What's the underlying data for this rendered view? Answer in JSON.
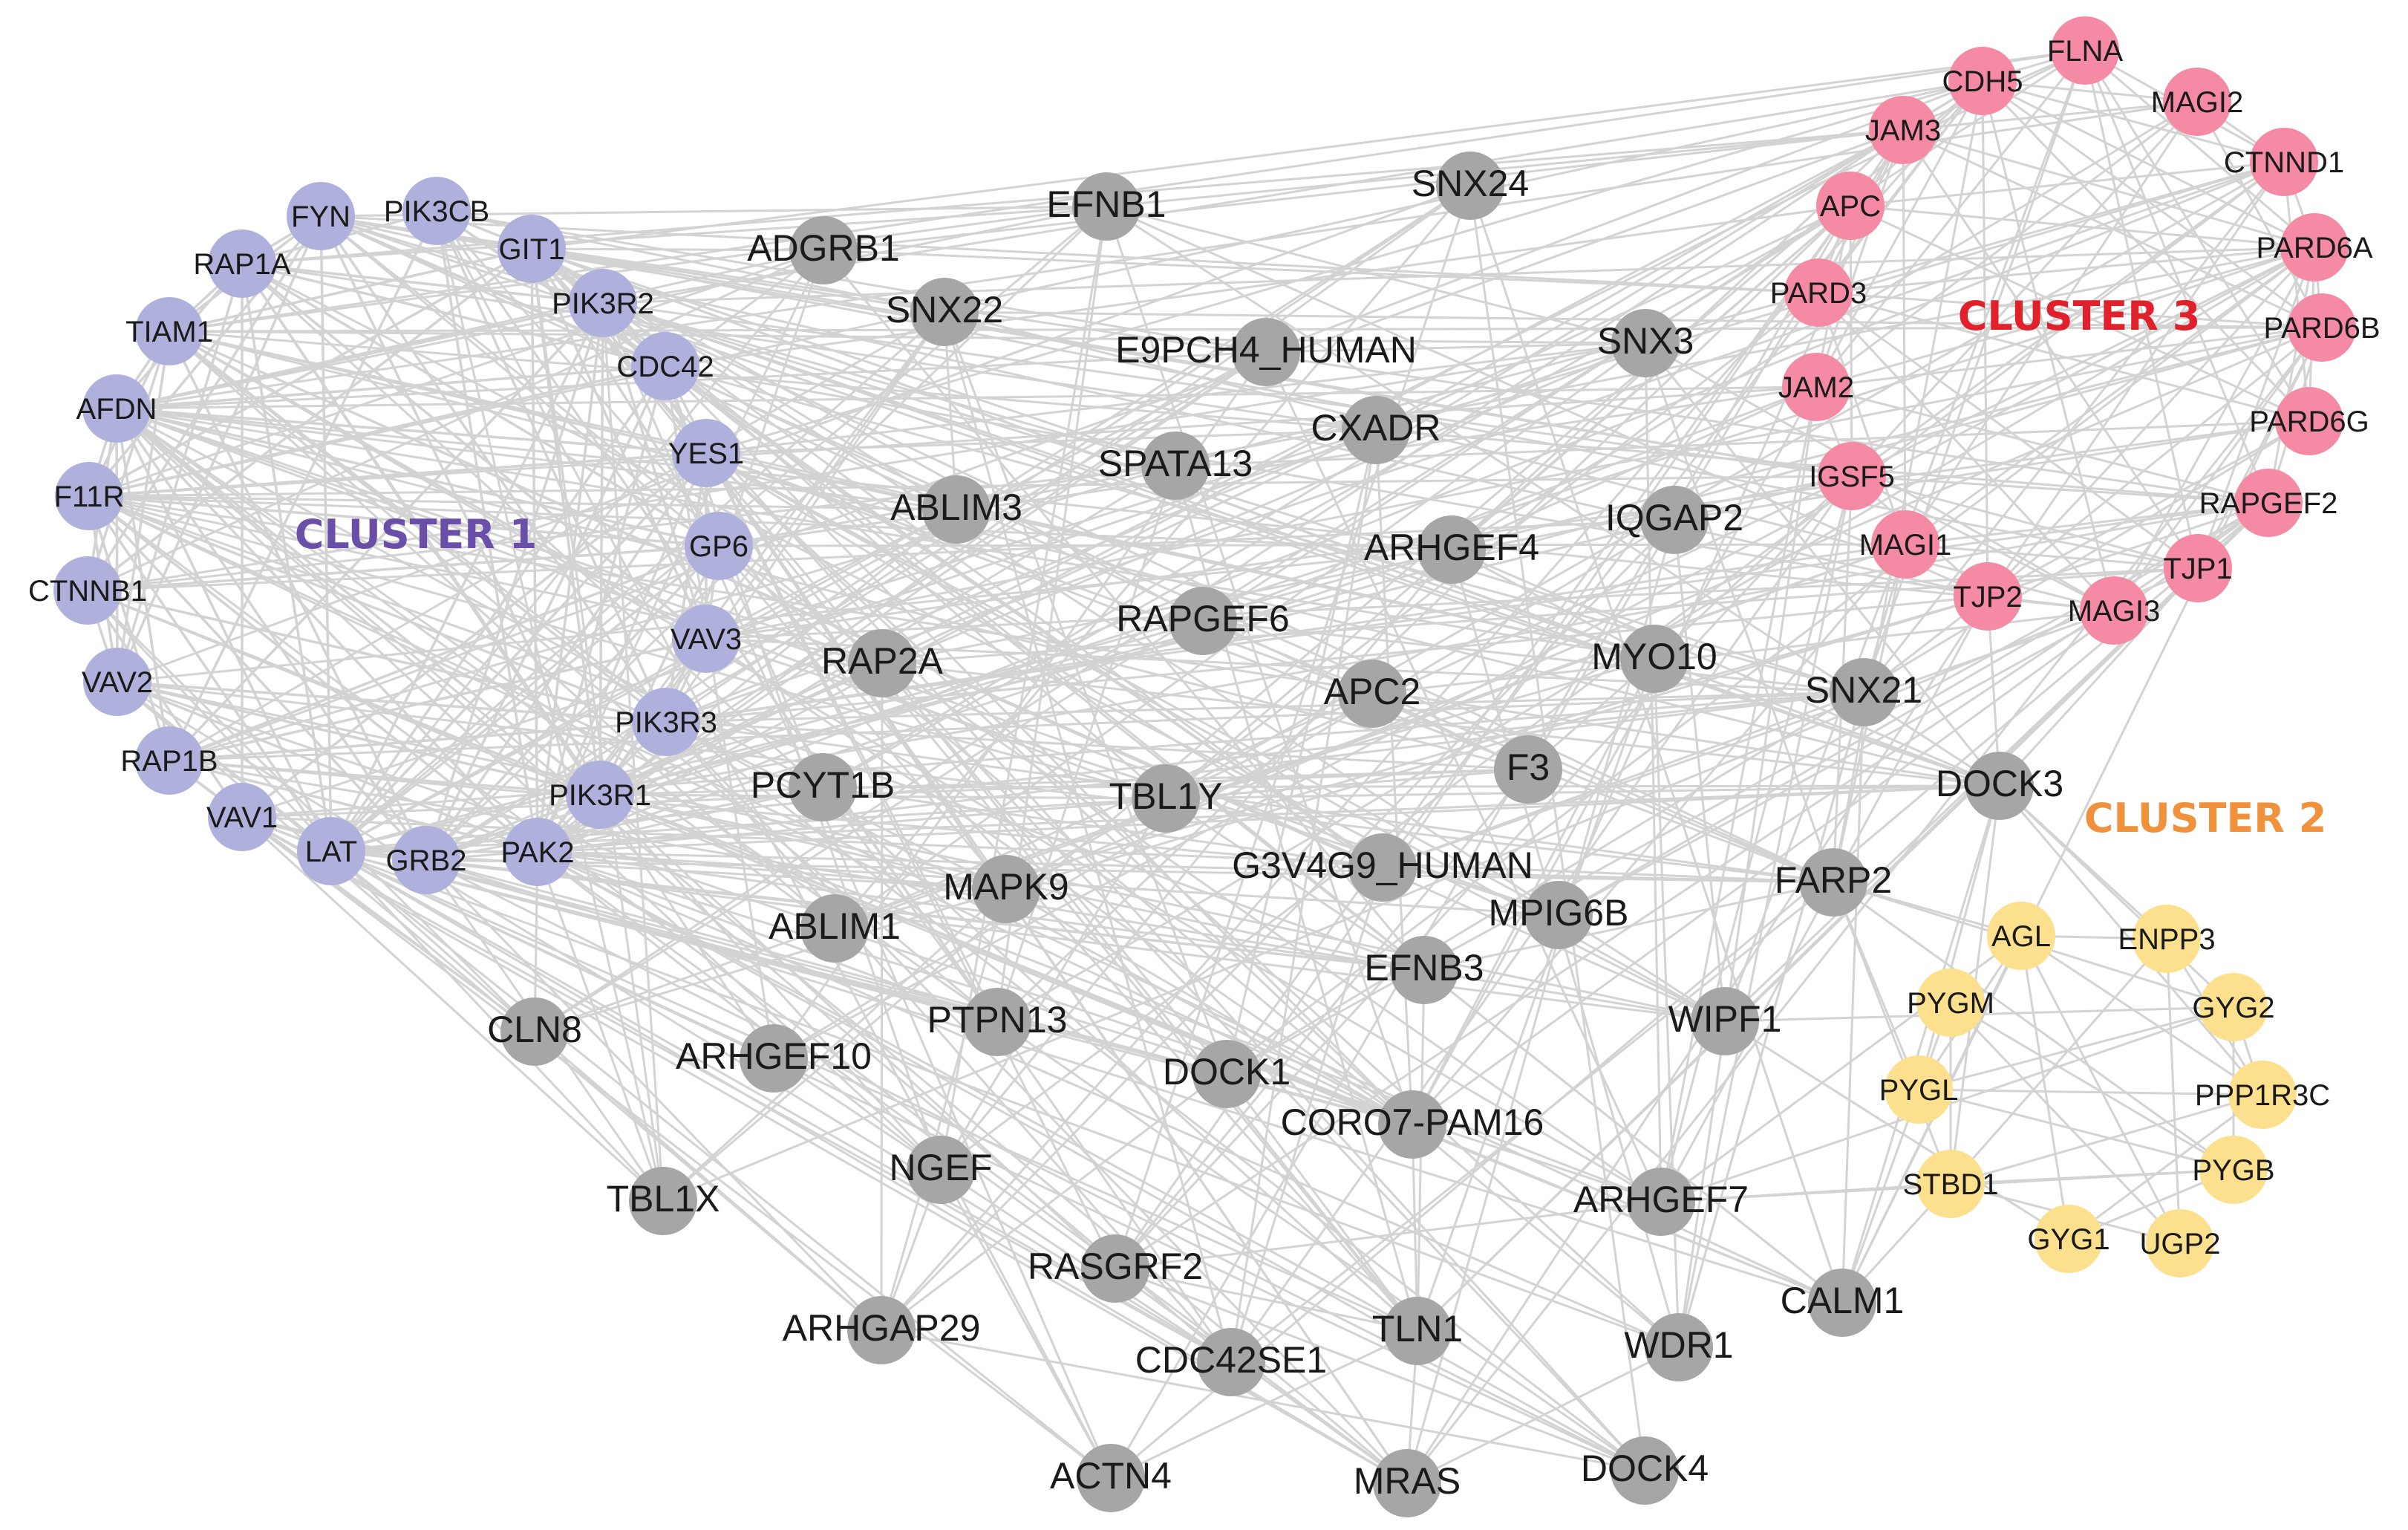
{
  "colors": {
    "background": "#ffffff",
    "edge": "#d3d3d3",
    "cluster1": "#b0b0dc",
    "cluster2": "#fde08e",
    "cluster3": "#f48aa3",
    "other": "#a6a6a6",
    "cluster1_label": "#6a4fa8",
    "cluster2_label": "#f0923c",
    "cluster3_label": "#e0202a"
  },
  "cluster_labels": {
    "cluster1": "CLUSTER 1",
    "cluster2": "CLUSTER 2",
    "cluster3": "CLUSTER 3"
  },
  "nodes": {
    "cluster1": [
      "FYN",
      "PIK3CB",
      "RAP1A",
      "GIT1",
      "TIAM1",
      "PIK3R2",
      "CDC42",
      "AFDN",
      "YES1",
      "F11R",
      "GP6",
      "CTNNB1",
      "VAV3",
      "VAV2",
      "PIK3R3",
      "RAP1B",
      "PIK3R1",
      "VAV1",
      "LAT",
      "GRB2",
      "PAK2"
    ],
    "cluster2": [
      "AGL",
      "ENPP3",
      "PYGM",
      "GYG2",
      "PYGL",
      "PPP1R3C",
      "STBD1",
      "PYGB",
      "GYG1",
      "UGP2"
    ],
    "cluster3": [
      "FLNA",
      "CDH5",
      "MAGI2",
      "JAM3",
      "CTNND1",
      "APC",
      "PARD6A",
      "PARD3",
      "PARD6B",
      "JAM2",
      "PARD6G",
      "IGSF5",
      "RAPGEF2",
      "MAGI1",
      "TJP1",
      "TJP2",
      "MAGI3"
    ],
    "other": [
      "EFNB1",
      "SNX24",
      "ADGRB1",
      "SNX22",
      "E9PCH4_HUMAN",
      "SNX3",
      "CXADR",
      "SPATA13",
      "ABLIM3",
      "IQGAP2",
      "ARHGEF4",
      "RAPGEF6",
      "MYO10",
      "RAP2A",
      "APC2",
      "SNX21",
      "F3",
      "PCYT1B",
      "TBL1Y",
      "DOCK3",
      "G3V4G9_HUMAN",
      "MAPK9",
      "FARP2",
      "MPIG6B",
      "ABLIM1",
      "EFNB3",
      "PTPN13",
      "WIPF1",
      "CLN8",
      "ARHGEF10",
      "DOCK1",
      "CORO7-PAM16",
      "NGEF",
      "TBL1X",
      "ARHGEF7",
      "RASGRF2",
      "CALM1",
      "ARHGAP29",
      "TLN1",
      "WDR1",
      "CDC42SE1",
      "ACTN4",
      "MRAS",
      "DOCK4"
    ]
  }
}
